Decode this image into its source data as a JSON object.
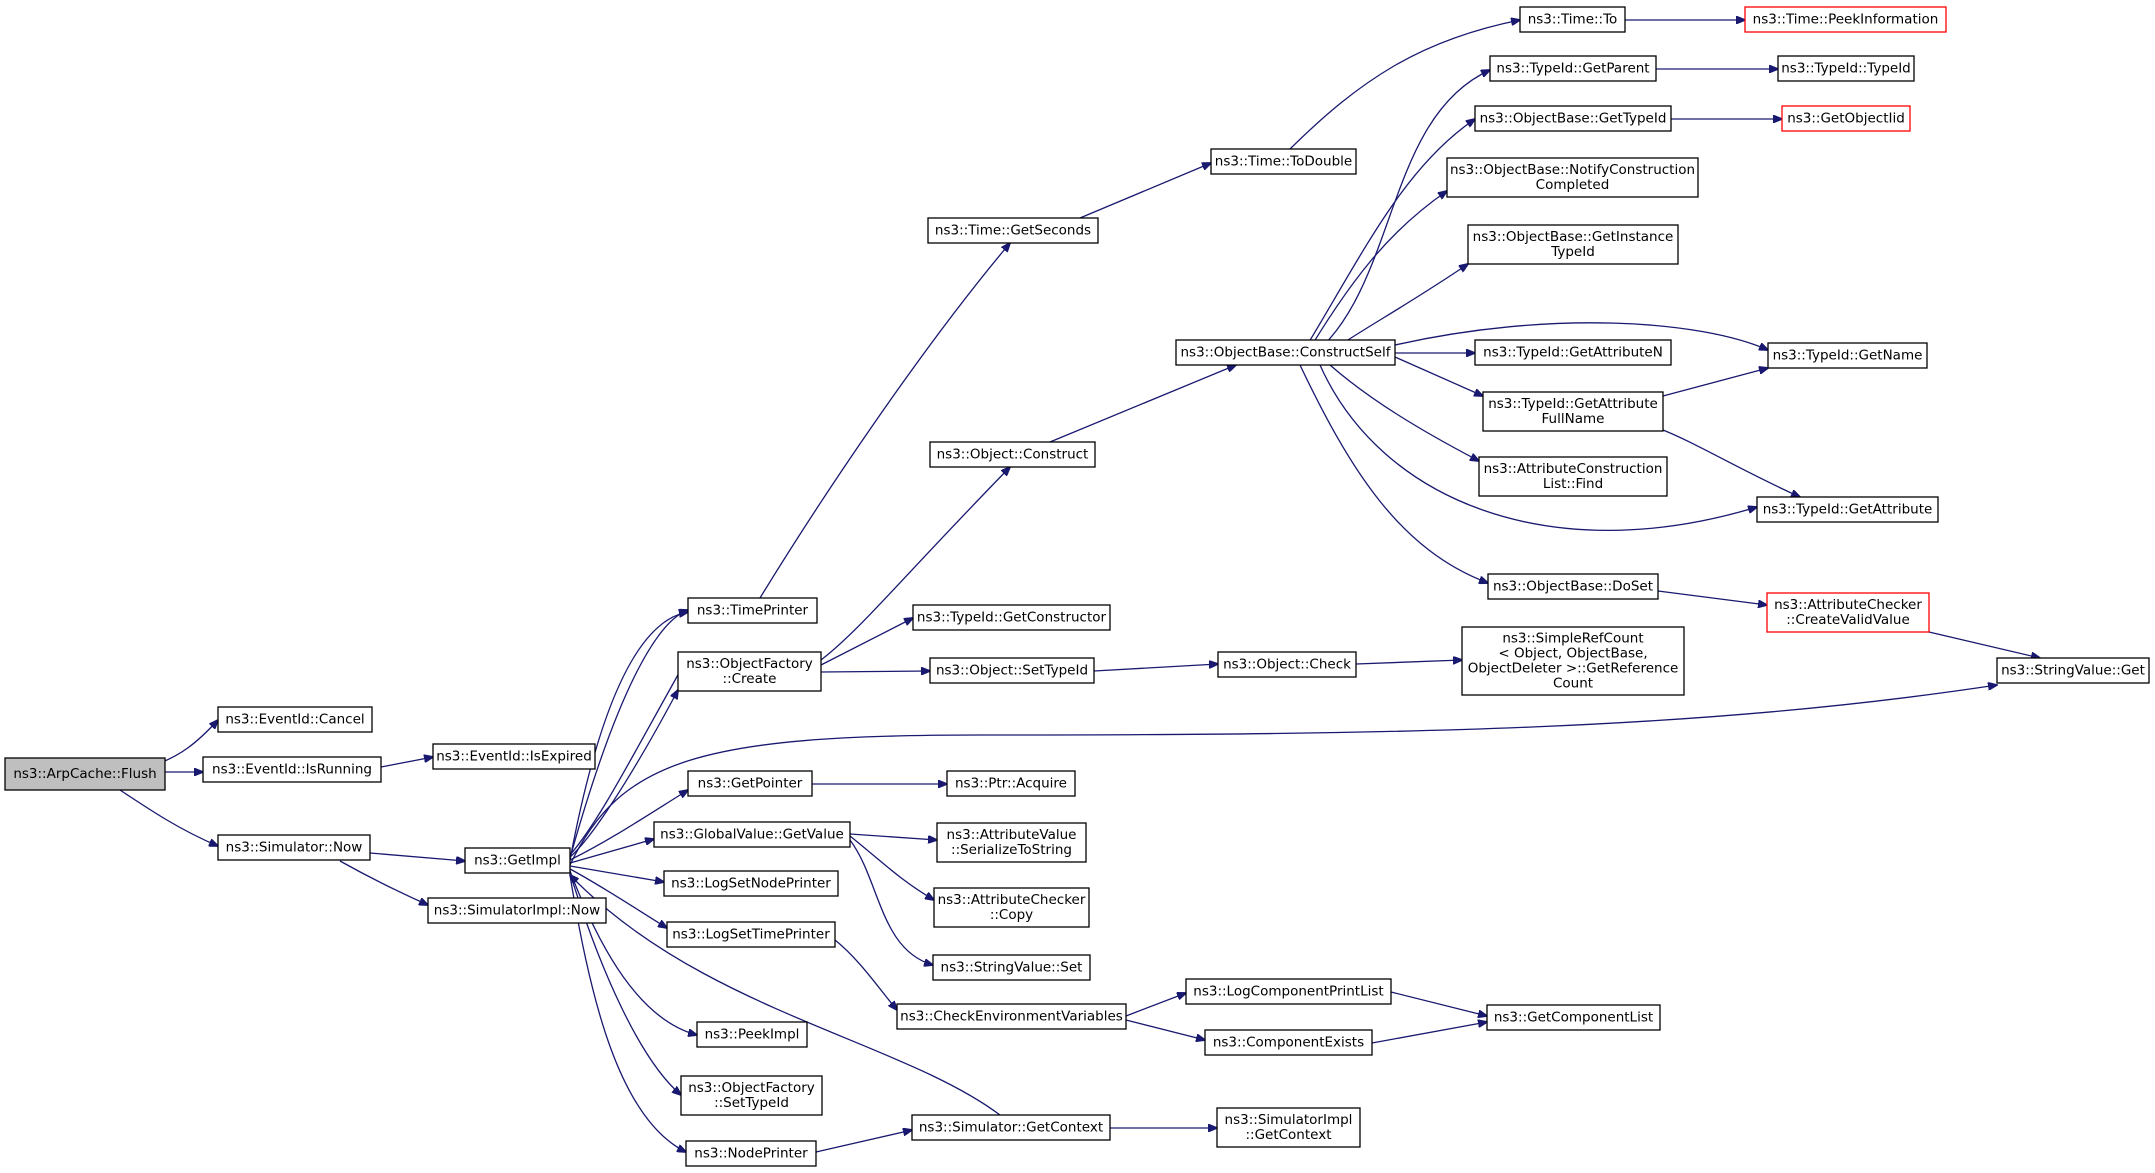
{
  "diagram": {
    "colors": {
      "edge": "#191970",
      "node_border": "#000000",
      "node_fill": "#ffffff",
      "truncated_border": "#ff0000",
      "root_fill": "#bfbfbf"
    },
    "nodes": [
      {
        "id": "flush",
        "lines": [
          "ns3::ArpCache::Flush"
        ],
        "style": "root"
      },
      {
        "id": "cancel",
        "lines": [
          "ns3::EventId::Cancel"
        ]
      },
      {
        "id": "isrunning",
        "lines": [
          "ns3::EventId::IsRunning"
        ]
      },
      {
        "id": "isexpired",
        "lines": [
          "ns3::EventId::IsExpired"
        ]
      },
      {
        "id": "simnow",
        "lines": [
          "ns3::Simulator::Now"
        ]
      },
      {
        "id": "getimpl",
        "lines": [
          "ns3::GetImpl"
        ]
      },
      {
        "id": "simimplnow",
        "lines": [
          "ns3::SimulatorImpl::Now"
        ]
      },
      {
        "id": "timeprinter",
        "lines": [
          "ns3::TimePrinter"
        ]
      },
      {
        "id": "ofcreate",
        "lines": [
          "ns3::ObjectFactory",
          "::Create"
        ]
      },
      {
        "id": "getpointer",
        "lines": [
          "ns3::GetPointer"
        ]
      },
      {
        "id": "gvgetvalue",
        "lines": [
          "ns3::GlobalValue::GetValue"
        ]
      },
      {
        "id": "logsetnode",
        "lines": [
          "ns3::LogSetNodePrinter"
        ]
      },
      {
        "id": "logsettime",
        "lines": [
          "ns3::LogSetTimePrinter"
        ]
      },
      {
        "id": "peekimpl",
        "lines": [
          "ns3::PeekImpl"
        ]
      },
      {
        "id": "ofsettypeid",
        "lines": [
          "ns3::ObjectFactory",
          "::SetTypeId"
        ]
      },
      {
        "id": "nodeprinter",
        "lines": [
          "ns3::NodePrinter"
        ]
      },
      {
        "id": "timegetseconds",
        "lines": [
          "ns3::Time::GetSeconds"
        ]
      },
      {
        "id": "objconstruct",
        "lines": [
          "ns3::Object::Construct"
        ]
      },
      {
        "id": "tidgetctor",
        "lines": [
          "ns3::TypeId::GetConstructor"
        ]
      },
      {
        "id": "objsettypeid",
        "lines": [
          "ns3::Object::SetTypeId"
        ]
      },
      {
        "id": "ptracquire",
        "lines": [
          "ns3::Ptr::Acquire"
        ]
      },
      {
        "id": "avserialize",
        "lines": [
          "ns3::AttributeValue",
          "::SerializeToString"
        ]
      },
      {
        "id": "accopy",
        "lines": [
          "ns3::AttributeChecker",
          "::Copy"
        ]
      },
      {
        "id": "svset",
        "lines": [
          "ns3::StringValue::Set"
        ]
      },
      {
        "id": "checkenv",
        "lines": [
          "ns3::CheckEnvironmentVariables"
        ]
      },
      {
        "id": "simgetcontext",
        "lines": [
          "ns3::Simulator::GetContext"
        ]
      },
      {
        "id": "timetodouble",
        "lines": [
          "ns3::Time::ToDouble"
        ]
      },
      {
        "id": "obconstructself",
        "lines": [
          "ns3::ObjectBase::ConstructSelf"
        ]
      },
      {
        "id": "objcheck",
        "lines": [
          "ns3::Object::Check"
        ]
      },
      {
        "id": "logcompprint",
        "lines": [
          "ns3::LogComponentPrintList"
        ]
      },
      {
        "id": "compexists",
        "lines": [
          "ns3::ComponentExists"
        ]
      },
      {
        "id": "simimplgetcontext",
        "lines": [
          "ns3::SimulatorImpl",
          "::GetContext"
        ]
      },
      {
        "id": "timeto",
        "lines": [
          "ns3::Time::To"
        ]
      },
      {
        "id": "tidgetparent",
        "lines": [
          "ns3::TypeId::GetParent"
        ]
      },
      {
        "id": "obgettypeid",
        "lines": [
          "ns3::ObjectBase::GetTypeId"
        ]
      },
      {
        "id": "obnotify",
        "lines": [
          "ns3::ObjectBase::NotifyConstruction",
          "Completed"
        ]
      },
      {
        "id": "obgetinstance",
        "lines": [
          "ns3::ObjectBase::GetInstance",
          "TypeId"
        ]
      },
      {
        "id": "tidgetattrn",
        "lines": [
          "ns3::TypeId::GetAttributeN"
        ]
      },
      {
        "id": "tidgetattrfull",
        "lines": [
          "ns3::TypeId::GetAttribute",
          "FullName"
        ]
      },
      {
        "id": "aclistfind",
        "lines": [
          "ns3::AttributeConstruction",
          "List::Find"
        ]
      },
      {
        "id": "obdoset",
        "lines": [
          "ns3::ObjectBase::DoSet"
        ]
      },
      {
        "id": "srcgetref",
        "lines": [
          "ns3::SimpleRefCount",
          "< Object, ObjectBase,",
          "ObjectDeleter >::GetReference",
          "Count"
        ]
      },
      {
        "id": "getcomplist",
        "lines": [
          "ns3::GetComponentList"
        ]
      },
      {
        "id": "timepeek",
        "lines": [
          "ns3::Time::PeekInformation"
        ],
        "style": "truncated"
      },
      {
        "id": "tidtypeid",
        "lines": [
          "ns3::TypeId::TypeId"
        ]
      },
      {
        "id": "getobjectiid",
        "lines": [
          "ns3::GetObjectIid"
        ],
        "style": "truncated"
      },
      {
        "id": "tidgetname",
        "lines": [
          "ns3::TypeId::GetName"
        ]
      },
      {
        "id": "tidgetattr",
        "lines": [
          "ns3::TypeId::GetAttribute"
        ]
      },
      {
        "id": "accreatevalid",
        "lines": [
          "ns3::AttributeChecker",
          "::CreateValidValue"
        ],
        "style": "truncated"
      },
      {
        "id": "svget",
        "lines": [
          "ns3::StringValue::Get"
        ]
      }
    ]
  }
}
